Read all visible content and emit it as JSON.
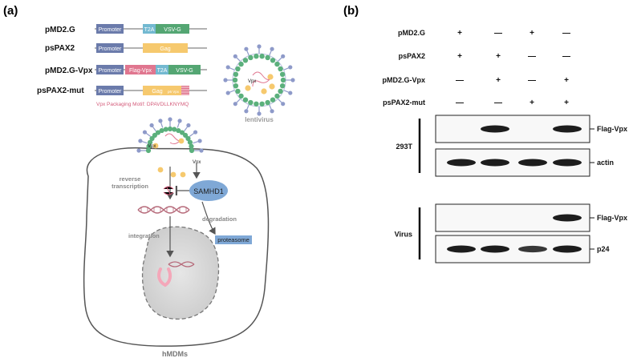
{
  "panel_a": {
    "label": "(a)",
    "constructs": [
      {
        "name": "pMD2.G",
        "segments": [
          "Promoter",
          "T2A",
          "VSV-G"
        ]
      },
      {
        "name": "psPAX2",
        "segments": [
          "Promoter",
          "Gag"
        ]
      },
      {
        "name": "pMD2.G-Vpx",
        "segments": [
          "Promoter",
          "Flag-Vpx",
          "T2A",
          "VSV-G"
        ]
      },
      {
        "name": "psPAX2-mut",
        "segments": [
          "Promoter",
          "Gag",
          "p6 Vpx"
        ]
      }
    ],
    "motif_note": "Vpx Packaging Motif:  DPAVDLLKNYMQ",
    "lentivirus_label": "lentivirus",
    "vpx_tag": "Vpx",
    "reverse_transcription": "reverse\ntranscription",
    "samhd1": "SAMHD1",
    "degradation": "degradation",
    "proteasome": "proteasome",
    "integration": "integration",
    "cell_label": "hMDMs",
    "colors": {
      "promoter": "#6b7bab",
      "flag_vpx": "#e0768f",
      "t2a": "#73b9d1",
      "vsvg": "#54a673",
      "gag": "#f6c96e",
      "virus_ring": "#5bb07c",
      "spike": "#8e9ac9",
      "samhd1": "#7fa8d6"
    }
  },
  "panel_b": {
    "label": "(b)",
    "rows": [
      "pMD2.G",
      "psPAX2",
      "pMD2.G-Vpx",
      "psPAX2-mut"
    ],
    "signs": [
      [
        "+",
        "—",
        "+",
        "—"
      ],
      [
        "+",
        "+",
        "—",
        "—"
      ],
      [
        "—",
        "+",
        "—",
        "+"
      ],
      [
        "—",
        "—",
        "+",
        "+"
      ]
    ],
    "groups": [
      {
        "name": "293T",
        "blots": [
          {
            "label": "Flag-Vpx",
            "intensity": [
              0,
              1,
              0,
              1
            ]
          },
          {
            "label": "actin",
            "intensity": [
              1,
              1,
              1,
              1
            ]
          }
        ]
      },
      {
        "name": "Virus",
        "blots": [
          {
            "label": "Flag-Vpx",
            "intensity": [
              0,
              0,
              0,
              1
            ]
          },
          {
            "label": "p24",
            "intensity": [
              1,
              1,
              0.8,
              1
            ]
          }
        ]
      }
    ]
  }
}
